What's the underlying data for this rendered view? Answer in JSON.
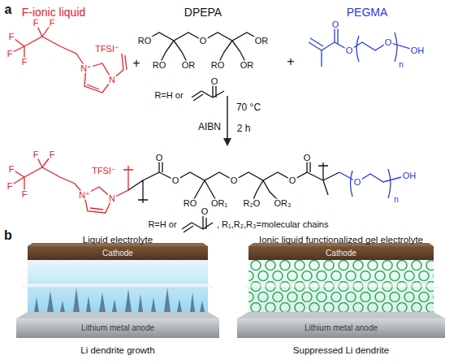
{
  "diagram": {
    "nodes": [
      {
        "text": [
          "Liquid electrolyte",
          "Li dendrite growth"
        ]
      },
      {
        "text": [
          "Cathode"
        ],
        "in": 0
      },
      {
        "text": [
          "Lithium metal anode"
        ],
        "in": 0
      },
      {
        "text": [
          "Ionic liquid functionalized gel electrolyte",
          "Suppressed Li dendrite"
        ]
      },
      {
        "text": [
          "Cathode"
        ],
        "in": 3
      },
      {
        "text": [
          "Lithium metal anode"
        ],
        "in": 3
      }
    ],
    "labels": [
      "a",
      "F-ionic liquid",
      "DPEPA",
      "PEGMA",
      "F",
      "F",
      "F",
      "F",
      "F",
      "TFSI⁻",
      "N⁺",
      "N",
      "+",
      "RO",
      "O",
      "OR",
      "RO",
      "OR",
      "RO",
      "OR",
      "R=H or",
      "O",
      "+",
      "O",
      "O",
      "O",
      "OH",
      "n",
      "AIBN",
      "70 °C",
      "2 h",
      "F",
      "F",
      "F",
      "F",
      "F",
      "TFSI⁻",
      "N⁺",
      "N",
      "O",
      "O",
      "RO",
      "OR₁",
      "O",
      "R₂O",
      "OR₃",
      "O",
      "O",
      "O",
      "OH",
      "n",
      "R=H or",
      "O",
      ", R₁,R₂,R₃=molecular chains",
      "b"
    ]
  }
}
